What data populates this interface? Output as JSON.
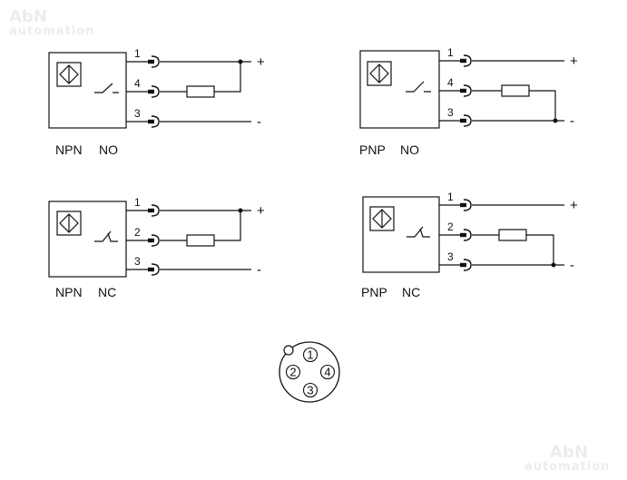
{
  "watermark": {
    "brand": "AbN",
    "tagline": "automation"
  },
  "diagrams": [
    {
      "id": "npn-no",
      "type": "NPN",
      "contact": "NO",
      "pins": [
        "1",
        "4",
        "3"
      ],
      "plus": "+",
      "minus": "-"
    },
    {
      "id": "pnp-no",
      "type": "PNP",
      "contact": "NO",
      "pins": [
        "1",
        "4",
        "3"
      ],
      "plus": "+",
      "minus": "-"
    },
    {
      "id": "npn-nc",
      "type": "NPN",
      "contact": "NC",
      "pins": [
        "1",
        "2",
        "3"
      ],
      "plus": "+",
      "minus": "-"
    },
    {
      "id": "pnp-nc",
      "type": "PNP",
      "contact": "NC",
      "pins": [
        "1",
        "2",
        "3"
      ],
      "plus": "+",
      "minus": "-"
    }
  ],
  "connector": {
    "pins": [
      "1",
      "2",
      "4",
      "3"
    ]
  }
}
